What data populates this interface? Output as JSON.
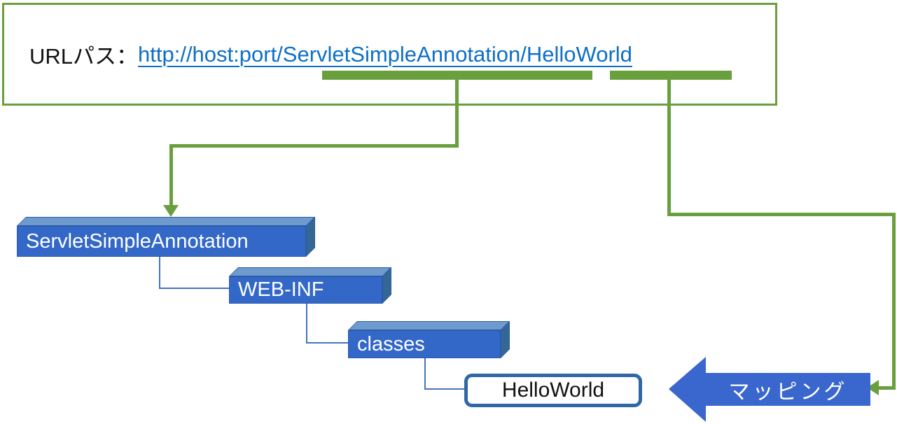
{
  "url_banner": {
    "label": "URLパス：",
    "url": "http://host:port/ServletSimpleAnnotation/HelloWorld"
  },
  "tree": {
    "nodes": [
      {
        "label": "ServletSimpleAnnotation",
        "type": "folder"
      },
      {
        "label": "WEB-INF",
        "type": "folder"
      },
      {
        "label": "classes",
        "type": "folder"
      },
      {
        "label": "HelloWorld",
        "type": "servlet-class"
      }
    ]
  },
  "mapping": {
    "label": "マッピング"
  },
  "colors": {
    "highlight_green": "#6A9F3E",
    "link_blue": "#0D6FC8",
    "box_front_blue": "#3368C8",
    "box_top_blue": "#6E9ACD",
    "box_side_blue": "#356795",
    "connector_blue": "#4472C4",
    "mapping_arrow_blue": "#3A67CD",
    "class_box_border": "#2F68A5"
  }
}
